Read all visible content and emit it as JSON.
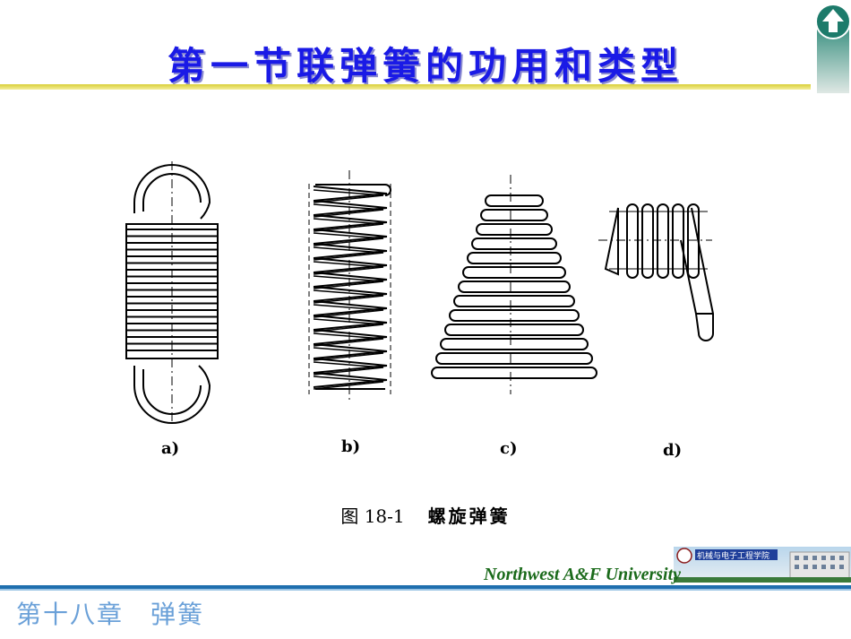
{
  "title": "第一节联弹簧的功用和类型",
  "figure": {
    "labels": {
      "a": "a)",
      "b": "b)",
      "c": "c)",
      "d": "d)"
    },
    "caption_number": "图 18-1",
    "caption_text": "螺旋弹簧"
  },
  "footer": {
    "university": "Northwest  A&F  University",
    "college_banner": "机械与电子工程学院",
    "chapter": "第十八章　弹簧"
  },
  "colors": {
    "title": "#1a1ae6",
    "accent_rule": "#d9cf3a",
    "footer_rule": "#1f6fae",
    "chapter": "#6aa0d8",
    "university": "#1a6a1a"
  },
  "icons": {
    "nav": "up-arrow-icon"
  }
}
